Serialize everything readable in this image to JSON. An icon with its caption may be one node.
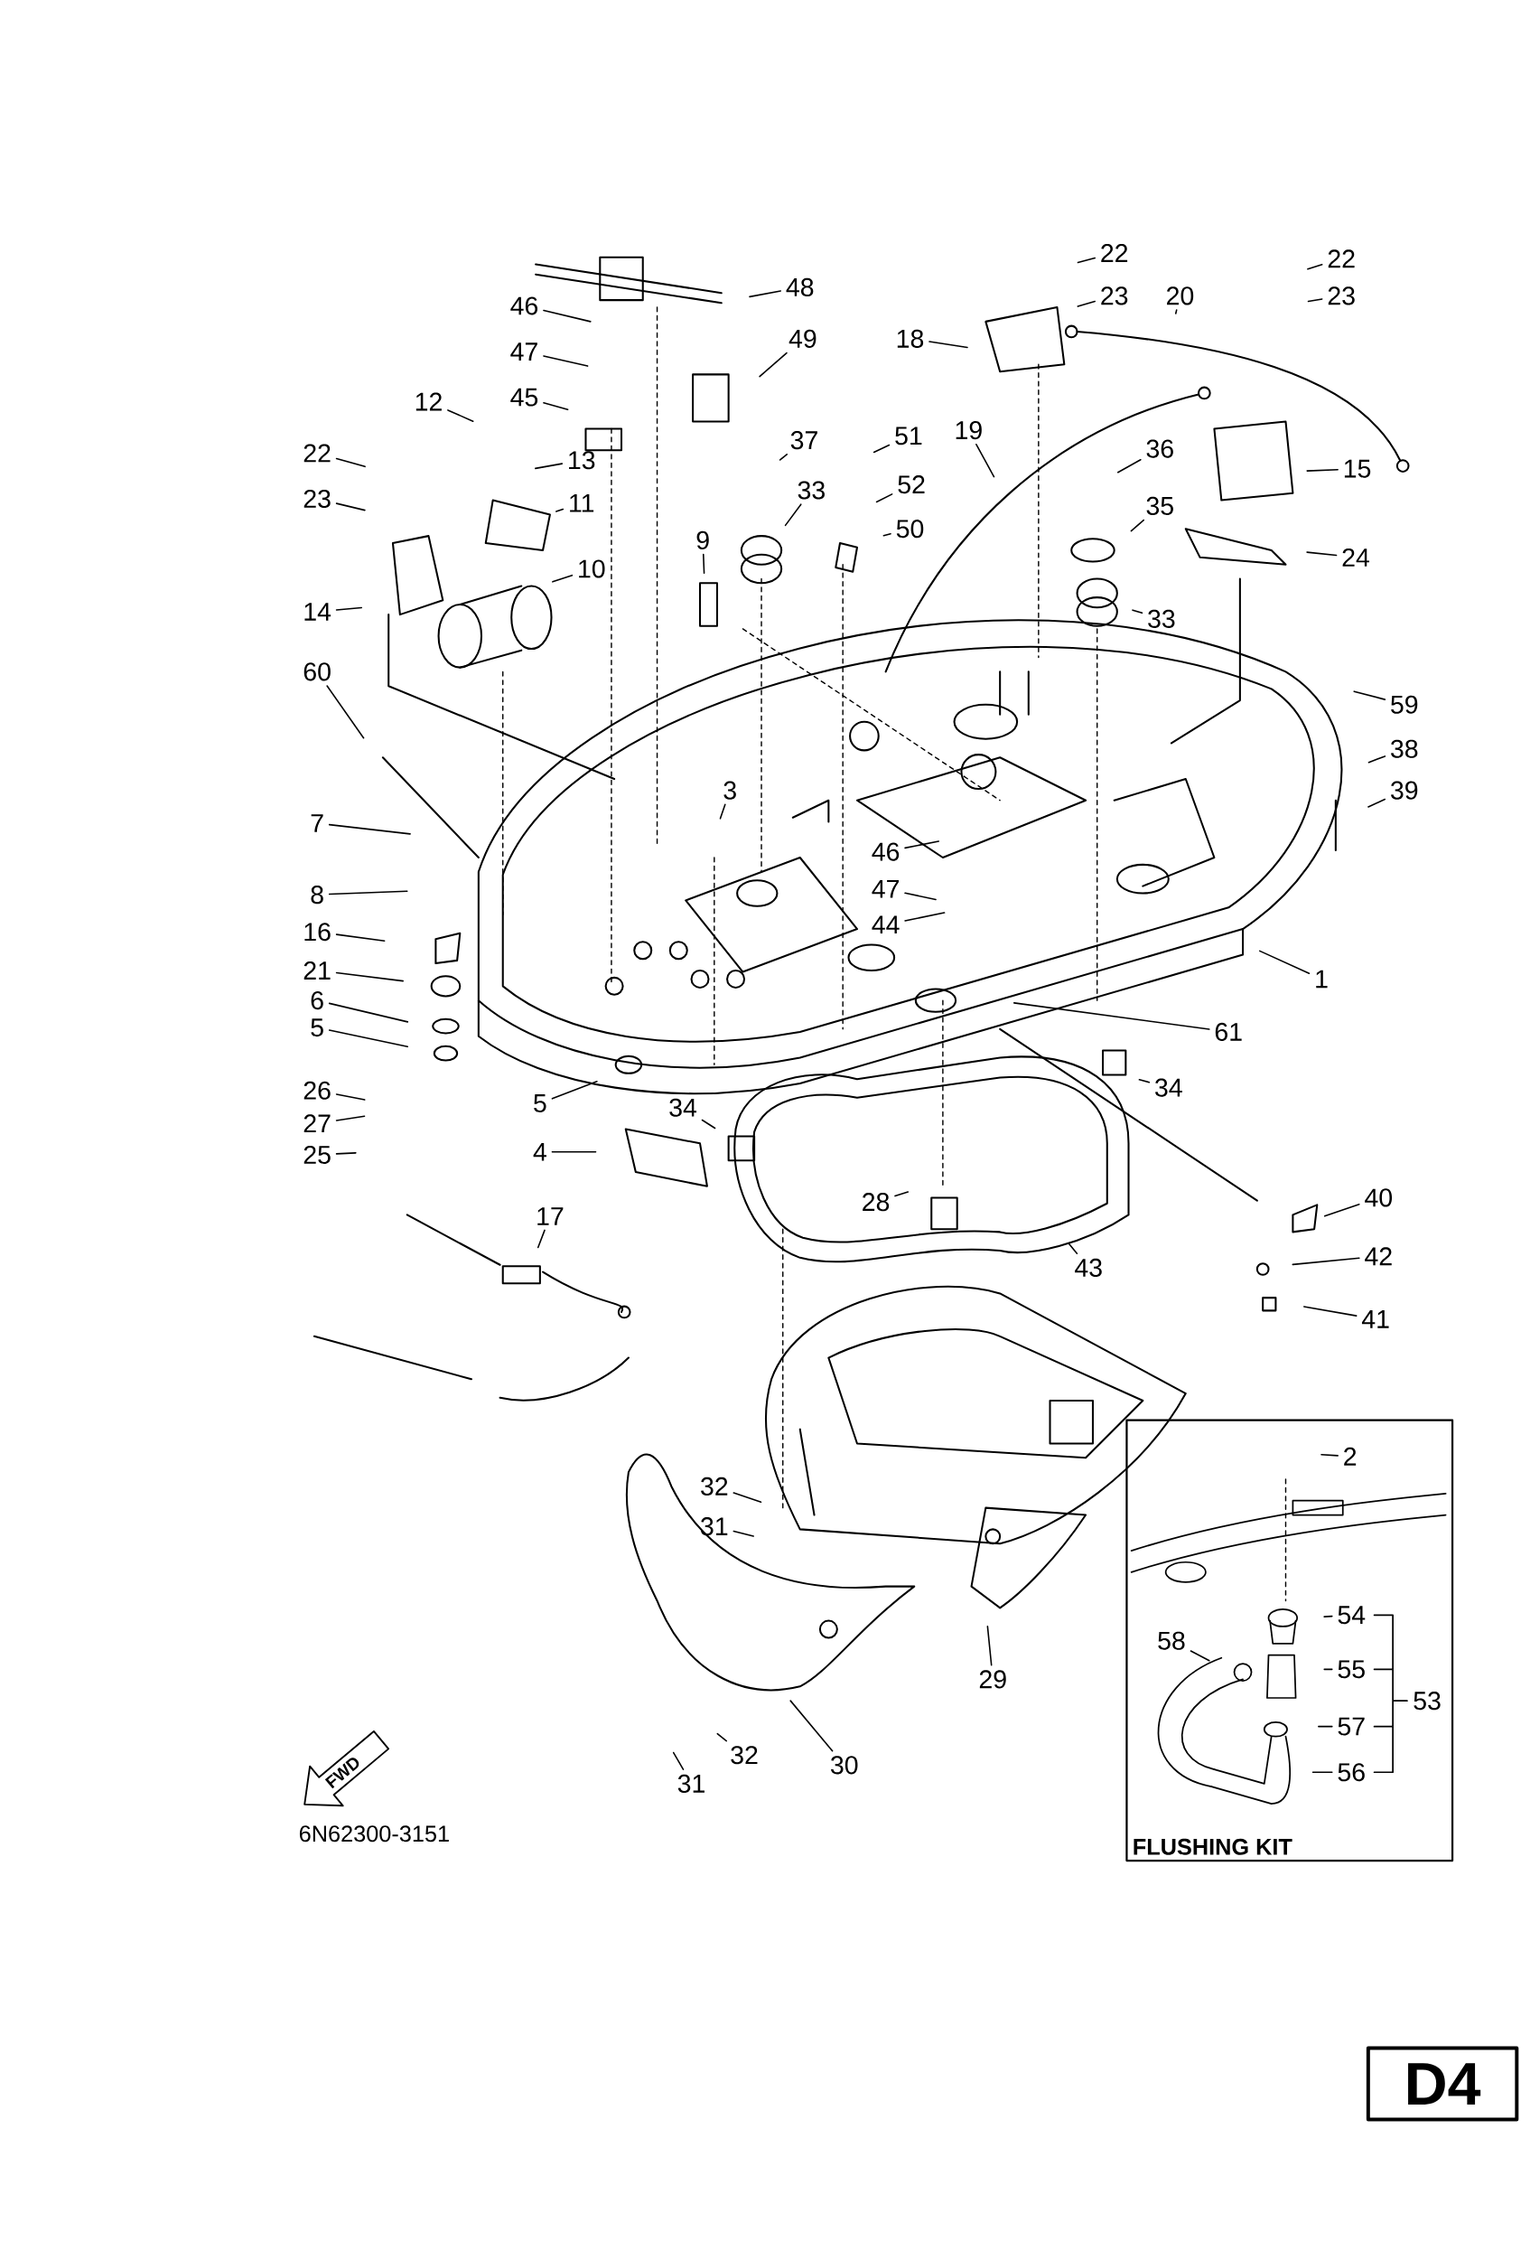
{
  "diagram": {
    "nodes": [
      {
        "text": [
          "48"
        ]
      },
      {
        "text": [
          "46"
        ]
      },
      {
        "text": [
          "47"
        ]
      },
      {
        "text": [
          "49"
        ]
      },
      {
        "text": [
          "45"
        ]
      },
      {
        "text": [
          "12"
        ]
      },
      {
        "text": [
          "13"
        ]
      },
      {
        "text": [
          "11"
        ]
      },
      {
        "text": [
          "22"
        ]
      },
      {
        "text": [
          "23"
        ]
      },
      {
        "text": [
          "14"
        ]
      },
      {
        "text": [
          "60"
        ]
      },
      {
        "text": [
          "37"
        ]
      },
      {
        "text": [
          "51"
        ]
      },
      {
        "text": [
          "33"
        ]
      },
      {
        "text": [
          "52"
        ]
      },
      {
        "text": [
          "50"
        ]
      },
      {
        "text": [
          "10"
        ]
      },
      {
        "text": [
          "9"
        ]
      },
      {
        "text": [
          "22"
        ]
      },
      {
        "text": [
          "23"
        ]
      },
      {
        "text": [
          "18"
        ]
      },
      {
        "text": [
          "20"
        ]
      },
      {
        "text": [
          "22"
        ]
      },
      {
        "text": [
          "23"
        ]
      },
      {
        "text": [
          "19"
        ]
      },
      {
        "text": [
          "36"
        ]
      },
      {
        "text": [
          "35"
        ]
      },
      {
        "text": [
          "15"
        ]
      },
      {
        "text": [
          "24"
        ]
      },
      {
        "text": [
          "33"
        ]
      },
      {
        "text": [
          "59"
        ]
      },
      {
        "text": [
          "38"
        ]
      },
      {
        "text": [
          "39"
        ]
      },
      {
        "text": [
          "7"
        ]
      },
      {
        "text": [
          "8"
        ]
      },
      {
        "text": [
          "16"
        ]
      },
      {
        "text": [
          "21"
        ]
      },
      {
        "text": [
          "6"
        ]
      },
      {
        "text": [
          "5"
        ]
      },
      {
        "text": [
          "3"
        ]
      },
      {
        "text": [
          "46"
        ]
      },
      {
        "text": [
          "47"
        ]
      },
      {
        "text": [
          "44"
        ]
      },
      {
        "text": [
          "1"
        ]
      },
      {
        "text": [
          "61"
        ]
      },
      {
        "text": [
          "26"
        ]
      },
      {
        "text": [
          "27"
        ]
      },
      {
        "text": [
          "25"
        ]
      },
      {
        "text": [
          "5"
        ]
      },
      {
        "text": [
          "34"
        ]
      },
      {
        "text": [
          "34"
        ]
      },
      {
        "text": [
          "4"
        ]
      },
      {
        "text": [
          "28"
        ]
      },
      {
        "text": [
          "40"
        ]
      },
      {
        "text": [
          "42"
        ]
      },
      {
        "text": [
          "41"
        ]
      },
      {
        "text": [
          "17"
        ]
      },
      {
        "text": [
          "43"
        ]
      },
      {
        "text": [
          "32"
        ]
      },
      {
        "text": [
          "31"
        ]
      },
      {
        "text": [
          "29"
        ]
      },
      {
        "text": [
          "30"
        ]
      },
      {
        "text": [
          "32"
        ]
      },
      {
        "text": [
          "31"
        ]
      },
      {
        "text": [
          "FLUSHING KIT"
        ]
      },
      {
        "text": [
          "2"
        ],
        "in": 65
      },
      {
        "text": [
          "54"
        ],
        "in": 65
      },
      {
        "text": [
          "58"
        ],
        "in": 65
      },
      {
        "text": [
          "55"
        ],
        "in": 65
      },
      {
        "text": [
          "57"
        ],
        "in": 65
      },
      {
        "text": [
          "56"
        ],
        "in": 65
      },
      {
        "text": [
          "D4"
        ]
      }
    ],
    "edges": [
      {
        "from": 0,
        "to": null,
        "arrow": "none"
      },
      {
        "from": 1,
        "to": null,
        "arrow": "none"
      },
      {
        "from": 2,
        "to": null,
        "arrow": "none"
      },
      {
        "from": 3,
        "to": null,
        "arrow": "none"
      },
      {
        "from": 4,
        "to": null,
        "arrow": "none"
      },
      {
        "from": 5,
        "to": null,
        "arrow": "none"
      },
      {
        "from": 6,
        "to": null,
        "arrow": "none"
      },
      {
        "from": 7,
        "to": null,
        "arrow": "none"
      },
      {
        "from": 8,
        "to": null,
        "arrow": "none"
      },
      {
        "from": 9,
        "to": null,
        "arrow": "none"
      },
      {
        "from": 10,
        "to": null,
        "arrow": "none"
      },
      {
        "from": 11,
        "to": null,
        "arrow": "none"
      },
      {
        "from": 12,
        "to": null,
        "arrow": "none"
      },
      {
        "from": 13,
        "to": null,
        "arrow": "none"
      },
      {
        "from": 14,
        "to": null,
        "arrow": "none"
      },
      {
        "from": 15,
        "to": null,
        "arrow": "none"
      },
      {
        "from": 16,
        "to": null,
        "arrow": "none"
      },
      {
        "from": 17,
        "to": null,
        "arrow": "none"
      },
      {
        "from": 18,
        "to": null,
        "arrow": "none"
      },
      {
        "from": 19,
        "to": null,
        "arrow": "none"
      },
      {
        "from": 20,
        "to": null,
        "arrow": "none"
      },
      {
        "from": 21,
        "to": null,
        "arrow": "none"
      },
      {
        "from": 22,
        "to": null,
        "arrow": "none"
      },
      {
        "from": 23,
        "to": null,
        "arrow": "none"
      },
      {
        "from": 24,
        "to": null,
        "arrow": "none"
      },
      {
        "from": 25,
        "to": null,
        "arrow": "none"
      },
      {
        "from": 26,
        "to": null,
        "arrow": "none"
      },
      {
        "from": 27,
        "to": null,
        "arrow": "none"
      },
      {
        "from": 28,
        "to": null,
        "arrow": "none"
      },
      {
        "from": 29,
        "to": null,
        "arrow": "none"
      },
      {
        "from": 30,
        "to": null,
        "arrow": "none"
      },
      {
        "from": 31,
        "to": null,
        "arrow": "none"
      },
      {
        "from": 32,
        "to": null,
        "arrow": "none"
      },
      {
        "from": 33,
        "to": null,
        "arrow": "none"
      },
      {
        "from": 34,
        "to": null,
        "arrow": "none"
      },
      {
        "from": 35,
        "to": null,
        "arrow": "none"
      },
      {
        "from": 36,
        "to": null,
        "arrow": "none"
      },
      {
        "from": 37,
        "to": null,
        "arrow": "none"
      },
      {
        "from": 38,
        "to": null,
        "arrow": "none"
      },
      {
        "from": 39,
        "to": null,
        "arrow": "none"
      },
      {
        "from": 40,
        "to": null,
        "arrow": "none"
      },
      {
        "from": 41,
        "to": null,
        "arrow": "none"
      },
      {
        "from": 42,
        "to": null,
        "arrow": "none"
      },
      {
        "from": 43,
        "to": null,
        "arrow": "none"
      },
      {
        "from": 44,
        "to": null,
        "arrow": "none"
      },
      {
        "from": 45,
        "to": null,
        "arrow": "none"
      },
      {
        "from": 46,
        "to": null,
        "arrow": "none"
      },
      {
        "from": 47,
        "to": null,
        "arrow": "none"
      },
      {
        "from": 48,
        "to": null,
        "arrow": "none"
      },
      {
        "from": 49,
        "to": null,
        "arrow": "none"
      },
      {
        "from": 50,
        "to": null,
        "arrow": "none"
      },
      {
        "from": 51,
        "to": null,
        "arrow": "none"
      },
      {
        "from": 52,
        "to": null,
        "arrow": "none"
      },
      {
        "from": 53,
        "to": null,
        "arrow": "none"
      },
      {
        "from": 54,
        "to": null,
        "arrow": "none"
      },
      {
        "from": 55,
        "to": null,
        "arrow": "none"
      },
      {
        "from": 56,
        "to": null,
        "arrow": "none"
      },
      {
        "from": 57,
        "to": null,
        "arrow": "none"
      },
      {
        "from": 58,
        "to": null,
        "arrow": "none"
      },
      {
        "from": 59,
        "to": null,
        "arrow": "none"
      },
      {
        "from": 60,
        "to": null,
        "arrow": "none"
      },
      {
        "from": 61,
        "to": null,
        "arrow": "none"
      },
      {
        "from": 62,
        "to": null,
        "arrow": "none"
      },
      {
        "from": 63,
        "to": null,
        "arrow": "none"
      },
      {
        "from": 64,
        "to": null,
        "arrow": "none"
      },
      {
        "from": 66,
        "to": null,
        "arrow": "none"
      },
      {
        "from": 67,
        "to": null,
        "arrow": "none"
      },
      {
        "from": 68,
        "to": null,
        "arrow": "none"
      },
      {
        "from": 69,
        "to": null,
        "arrow": "none"
      },
      {
        "from": 70,
        "to": null,
        "arrow": "none"
      },
      {
        "from": 71,
        "to": null,
        "arrow": "none"
      }
    ],
    "labels": [
      "53",
      "FWD",
      "6N62300-3151"
    ]
  }
}
